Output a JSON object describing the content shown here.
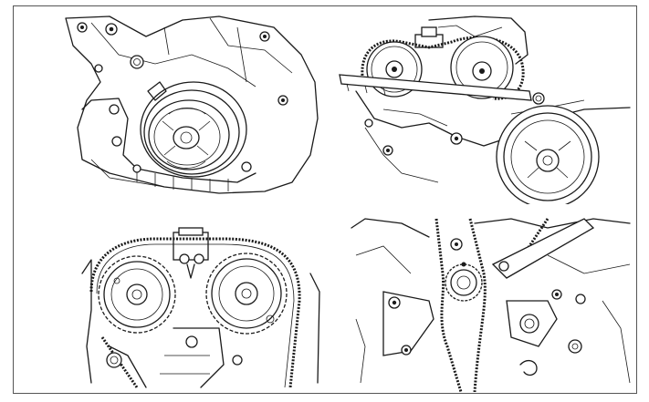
{
  "figure": {
    "panels": [
      {
        "id": "top-left",
        "subject": "crankshaft-pulley"
      },
      {
        "id": "top-right",
        "subject": "camshaft-sprockets-with-chain-and-pulley"
      },
      {
        "id": "bottom-left",
        "subject": "camshaft-sprockets-and-timing-chain"
      },
      {
        "id": "bottom-right",
        "subject": "crankshaft-sprocket-and-chain-guides"
      }
    ],
    "colors": {
      "line": "#1a1a1a",
      "background": "#ffffff",
      "border": "#555555"
    }
  }
}
